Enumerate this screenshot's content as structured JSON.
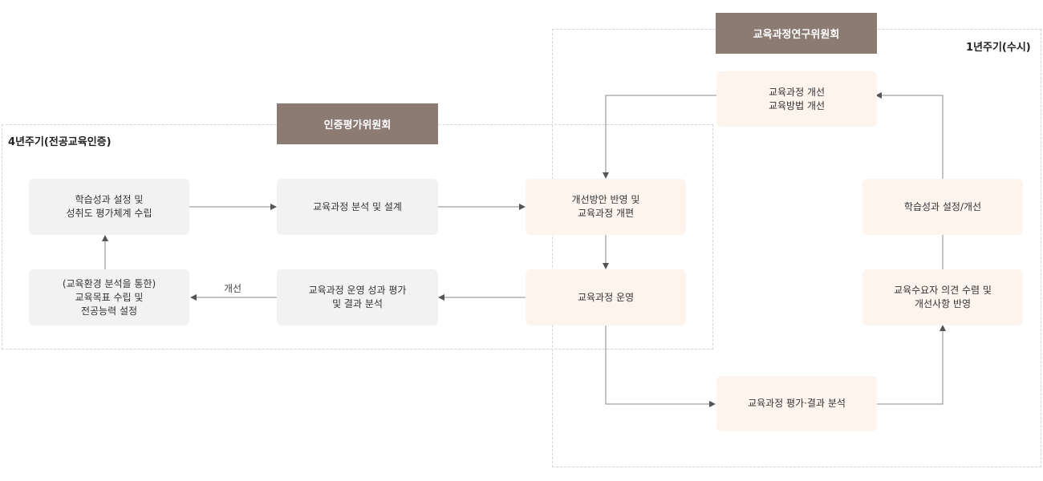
{
  "regions": {
    "left_label": "4년주기(전공교육인증)",
    "right_label": "1년주기(수시)"
  },
  "headers": {
    "certification": "인증평가위원회",
    "curriculum_research": "교육과정연구위원회"
  },
  "nodes": {
    "outcome_setting": [
      "학습성과 설정 및",
      "성취도 평가체계 수립"
    ],
    "analysis_design": [
      "교육과정 분석 및 설계"
    ],
    "reflect_reorg": [
      "개선방안 반영 및",
      "교육과정 개편"
    ],
    "goal_setting": [
      "(교육환경 분석을 통한)",
      "교육목표 수립 및",
      "전공능력 설정"
    ],
    "operation_eval": [
      "교육과정 운영 성과 평가",
      "및 결과 분석"
    ],
    "operation": [
      "교육과정 운영"
    ],
    "improve": [
      "교육과정 개선",
      "교육방법 개선"
    ],
    "outcome_improve": [
      "학습성과 설정/개선"
    ],
    "demand_reflect": [
      "교육수요자 의견 수렴 및",
      "개선사항 반영"
    ],
    "eval_analysis": [
      "교육과정 평가·결과 분석"
    ]
  },
  "edge_labels": {
    "improvement": "개선"
  }
}
